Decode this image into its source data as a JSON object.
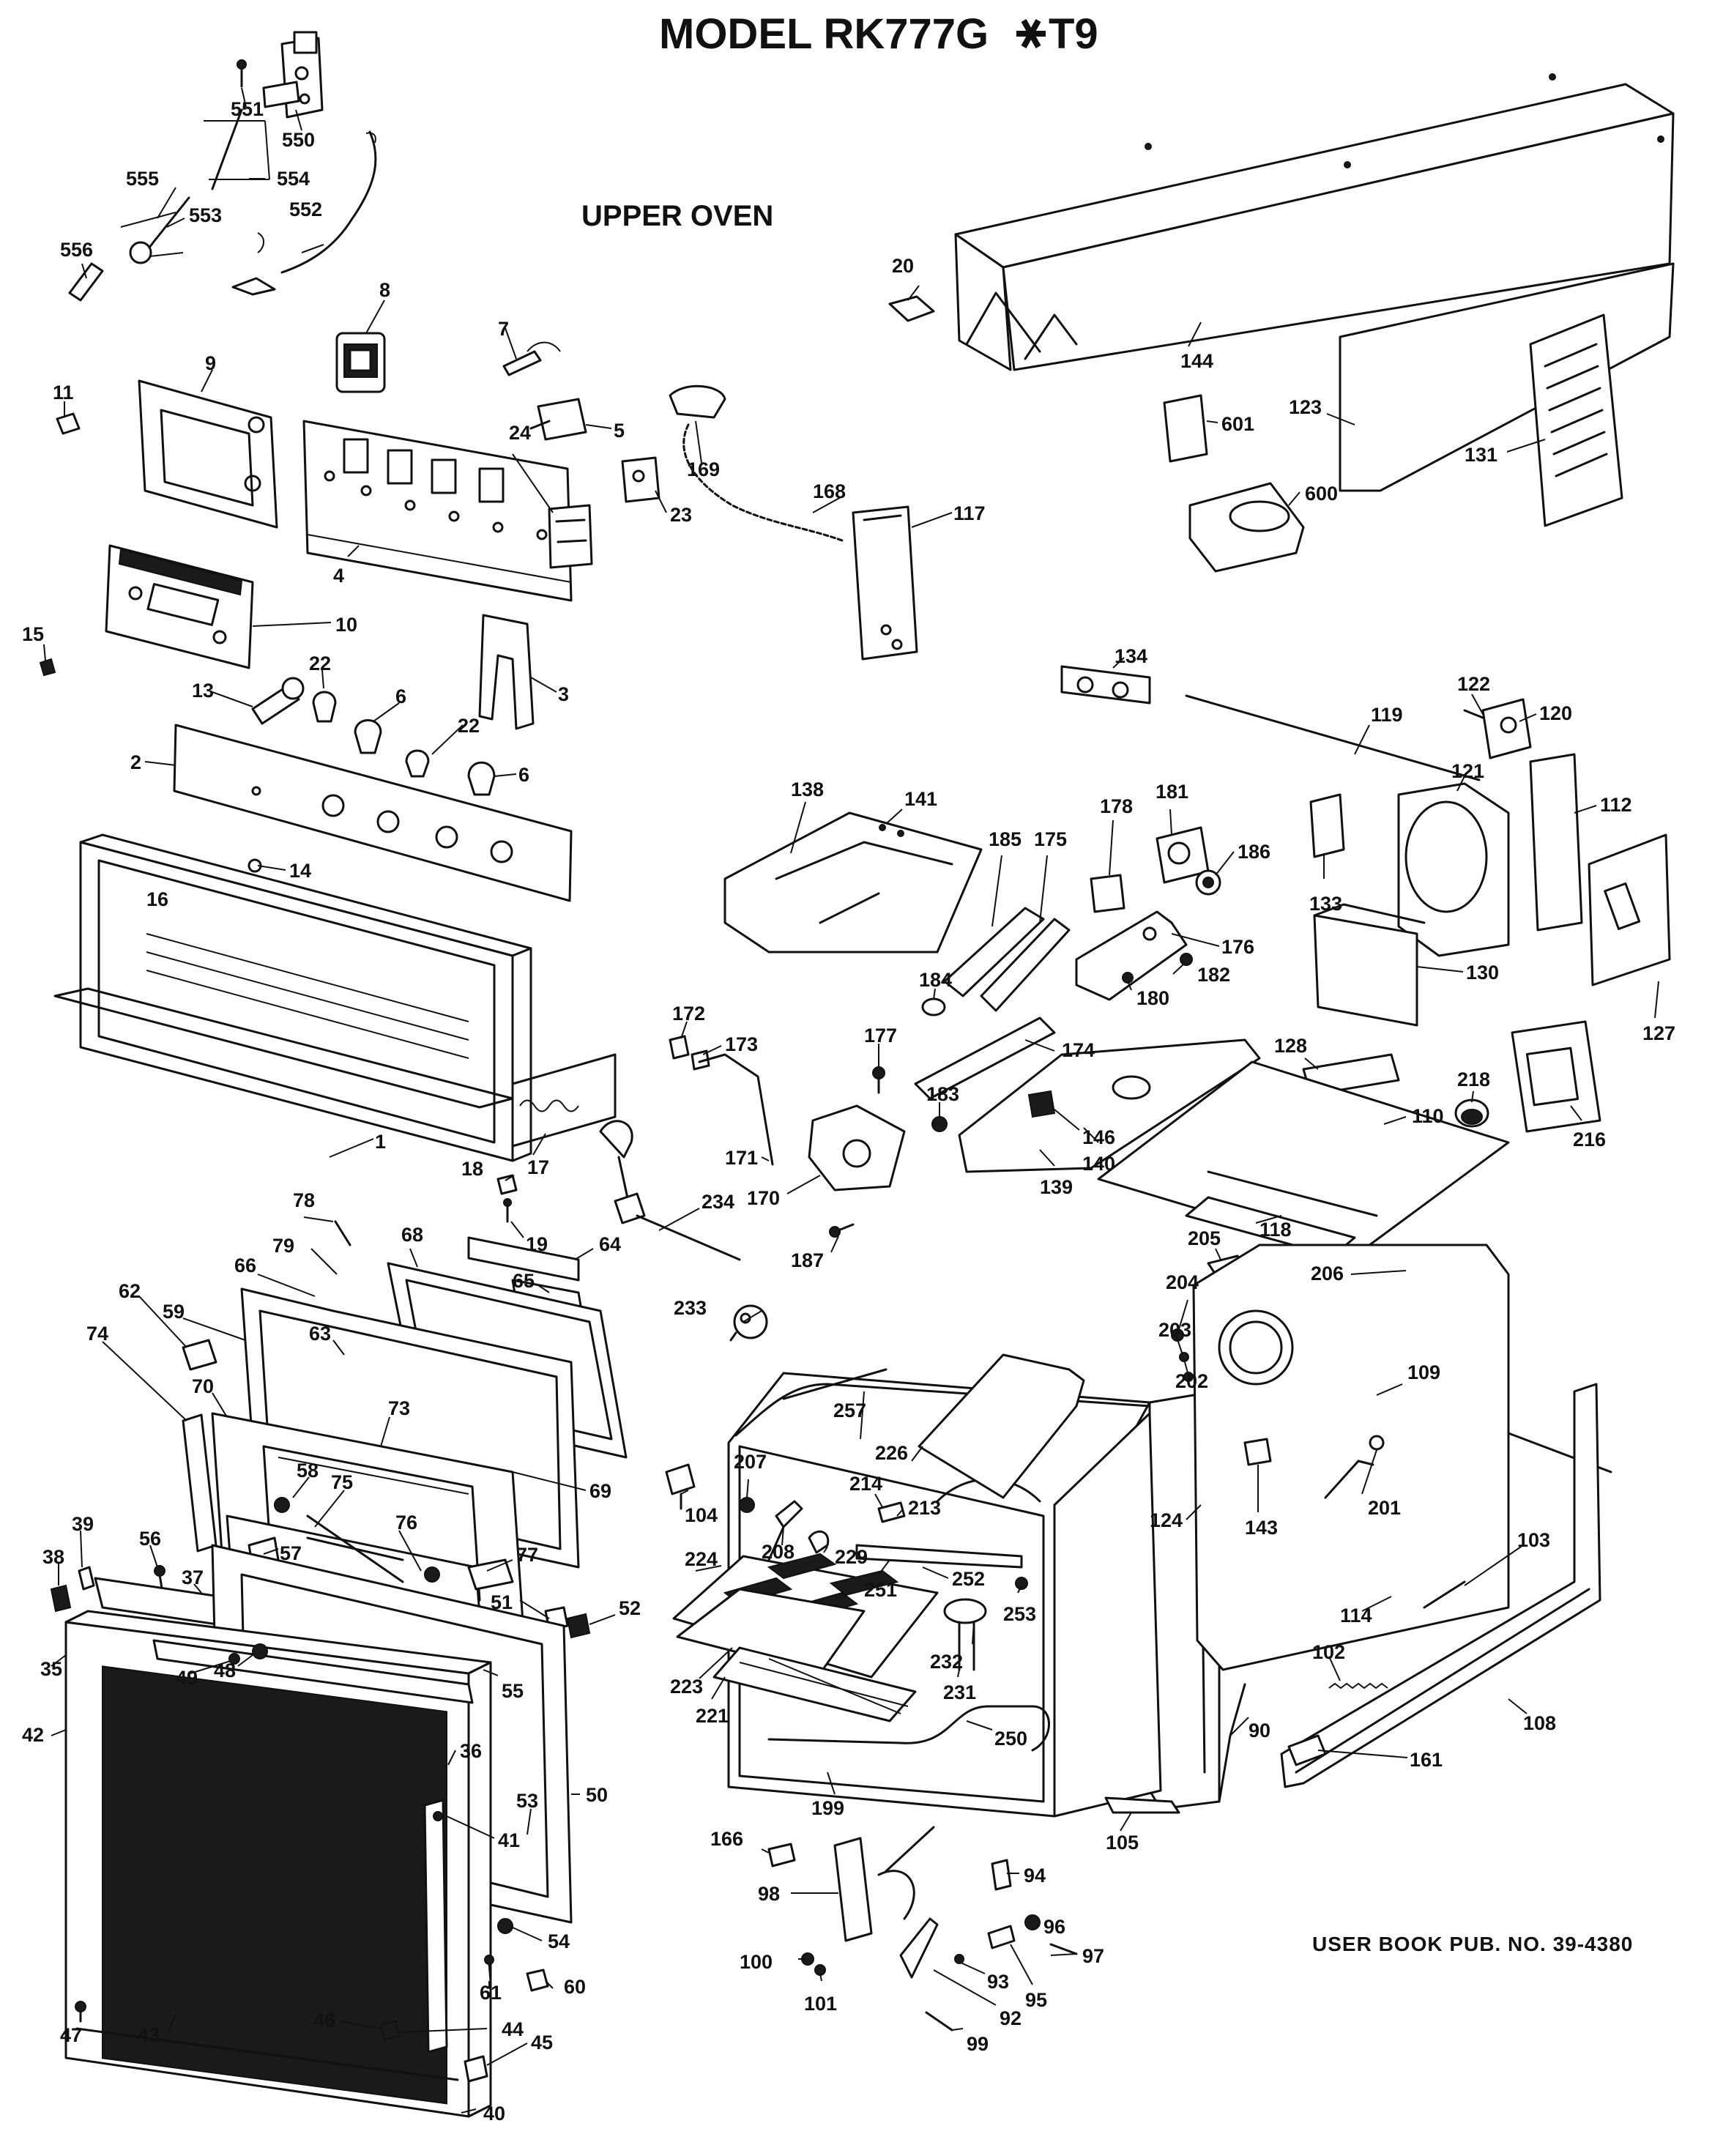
{
  "header": {
    "model_title": "MODEL RK777G",
    "model_suffix": "T9",
    "section_title": "UPPER OVEN"
  },
  "footer": {
    "publication": "USER BOOK PUB. NO. 39-4380"
  },
  "part_numbers": {
    "p551": "551",
    "p550": "550",
    "p555": "555",
    "p554": "554",
    "p553": "553",
    "p552": "552",
    "p556": "556",
    "p8": "8",
    "p7": "7",
    "p11": "11",
    "p9": "9",
    "p24": "24",
    "p5": "5",
    "p169": "169",
    "p168": "168",
    "p23": "23",
    "p117": "117",
    "p4": "4",
    "p10": "10",
    "p15": "15",
    "p13": "13",
    "p22a": "22",
    "p6a": "6",
    "p22b": "22",
    "p6b": "6",
    "p3": "3",
    "p2": "2",
    "p14": "14",
    "p16": "16",
    "p1": "1",
    "p17": "17",
    "p20": "20",
    "p144": "144",
    "p123": "123",
    "p601": "601",
    "p600": "600",
    "p131": "131",
    "p134": "134",
    "p122": "122",
    "p120": "120",
    "p119": "119",
    "p121": "121",
    "p112": "112",
    "p133": "133",
    "p130": "130",
    "p127": "127",
    "p128": "128",
    "p218": "218",
    "p216": "216",
    "p138": "138",
    "p141": "141",
    "p185": "185",
    "p175": "175",
    "p178": "178",
    "p181": "181",
    "p186": "186",
    "p176": "176",
    "p182": "182",
    "p180": "180",
    "p184": "184",
    "p174": "174",
    "p172": "172",
    "p173": "173",
    "p177": "177",
    "p183": "183",
    "p146": "146",
    "p140": "140",
    "p139": "139",
    "p110": "110",
    "p171": "171",
    "p170": "170",
    "p187": "187",
    "p18": "18",
    "p19": "19",
    "p234": "234",
    "p64": "64",
    "p65": "65",
    "p118": "118",
    "p78": "78",
    "p79": "79",
    "p68": "68",
    "p66": "66",
    "p62": "62",
    "p59": "59",
    "p63": "63",
    "p74": "74",
    "p70": "70",
    "p73": "73",
    "p69": "69",
    "p58": "58",
    "p75": "75",
    "p76": "76",
    "p57": "57",
    "p77": "77",
    "p56": "56",
    "p39": "39",
    "p38": "38",
    "p37": "37",
    "p51": "51",
    "p52": "52",
    "p35": "35",
    "p48": "48",
    "p49": "49",
    "p55": "55",
    "p42": "42",
    "p36": "36",
    "p50": "50",
    "p53": "53",
    "p41": "41",
    "p54": "54",
    "p61": "61",
    "p60": "60",
    "p46": "46",
    "p47": "47",
    "p43": "43",
    "p44": "44",
    "p45": "45",
    "p40": "40",
    "p233": "233",
    "p205": "205",
    "p206": "206",
    "p204": "204",
    "p203": "203",
    "p202": "202",
    "p109": "109",
    "p257": "257",
    "p226": "226",
    "p207": "207",
    "p104": "104",
    "p214": "214",
    "p213": "213",
    "p208": "208",
    "p229": "229",
    "p124": "124",
    "p143": "143",
    "p201": "201",
    "p224": "224",
    "p251": "251",
    "p252": "252",
    "p253": "253",
    "p103": "103",
    "p114": "114",
    "p232": "232",
    "p231": "231",
    "p223": "223",
    "p102": "102",
    "p90": "90",
    "p108": "108",
    "p221": "221",
    "p250": "250",
    "p161": "161",
    "p199": "199",
    "p105": "105",
    "p166": "166",
    "p94": "94",
    "p98": "98",
    "p96": "96",
    "p97": "97",
    "p100": "100",
    "p93": "93",
    "p95": "95",
    "p101": "101",
    "p92": "92",
    "p99": "99"
  }
}
